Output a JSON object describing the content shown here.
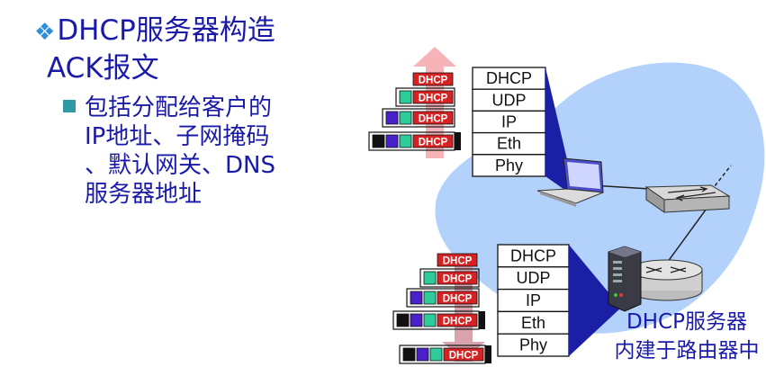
{
  "slide": {
    "title": {
      "line1": "DHCP服务器构造",
      "line2": "ACK报文",
      "bullet_icon": "diamond-bullet-icon"
    },
    "description": {
      "bullet_icon": "square-bullet-icon",
      "lines": [
        "包括分配给客户的",
        "IP地址、子网掩码",
        "、默认网关、DNS",
        "服务器地址"
      ]
    },
    "server_caption": {
      "line1": "DHCP服务器",
      "line2": "内建于路由器中"
    }
  },
  "diagram": {
    "client_stack": [
      "DHCP",
      "UDP",
      "IP",
      "Eth",
      "Phy"
    ],
    "server_stack": [
      "DHCP",
      "UDP",
      "IP",
      "Eth",
      "Phy"
    ],
    "packet_label": "DHCP",
    "client_node": "laptop-icon",
    "switch_node": "switch-icon",
    "server_node": "server-tower-icon",
    "router_node": "router-icon",
    "colors": {
      "network_cloud": "#b3d2fb",
      "dhcp_header": "#d62222",
      "udp_header": "#2fcc9b",
      "ip_header": "#4a20c9",
      "eth_header": "#111111",
      "client_arrow": "#f6b4b8",
      "server_arrow": "#d8a3ad",
      "text": "#1a1aa8"
    }
  }
}
